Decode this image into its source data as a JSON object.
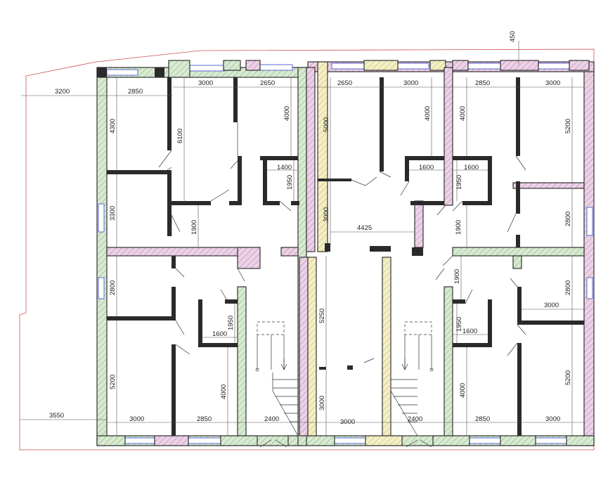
{
  "colors": {
    "wall_green": "#d8ead2",
    "wall_pink": "#ecd2e6",
    "wall_yellow": "#f4efc4",
    "wall_dark": "#2a2a2a",
    "window": "#5a6ad6",
    "site_boundary": "#d05050"
  },
  "dimensions": {
    "top_450": "450",
    "left_3200": "3200",
    "top_2850_l": "2850",
    "top_3000_l": "3000",
    "top_2650_l": "2650",
    "top_2650_r": "2650",
    "top_3000_m": "3000",
    "top_2850_r": "2850",
    "top_3000_r": "3000",
    "v_4300": "4300",
    "v_6100": "6100",
    "v_4000_a": "4000",
    "v_5000": "5000",
    "v_4000_b": "4000",
    "v_4000_c": "4000",
    "v_5200_tr": "5200",
    "h_1400": "1400",
    "v_1950_a": "1950",
    "h_1600_a": "1600",
    "h_1600_b": "1600",
    "v_1950_b": "1950",
    "v_3300": "3300",
    "v_1900_a": "1900",
    "v_3000_mid": "3000",
    "h_4425": "4425",
    "v_1900_b": "1900",
    "v_2800_a": "2800",
    "v_2800_l": "2800",
    "v_1950_c": "1950",
    "h_1600_c": "1600",
    "v_5250": "5250",
    "v_1900_c": "1900",
    "v_2800_b": "2800",
    "h_3000_rm": "3000",
    "v_1950_d": "1950",
    "h_1600_d": "1600",
    "v_5200_bl": "5200",
    "v_4000_d": "4000",
    "v_3000_bm": "3000",
    "v_4000_e": "4000",
    "v_5200_br": "5200",
    "left_3550": "3550",
    "bot_3000_l": "3000",
    "bot_2850_l": "2850",
    "bot_2400_l": "2400",
    "bot_3000_m": "3000",
    "bot_2400_r": "2400",
    "bot_2850_r": "2850",
    "bot_3000_r": "3000"
  }
}
